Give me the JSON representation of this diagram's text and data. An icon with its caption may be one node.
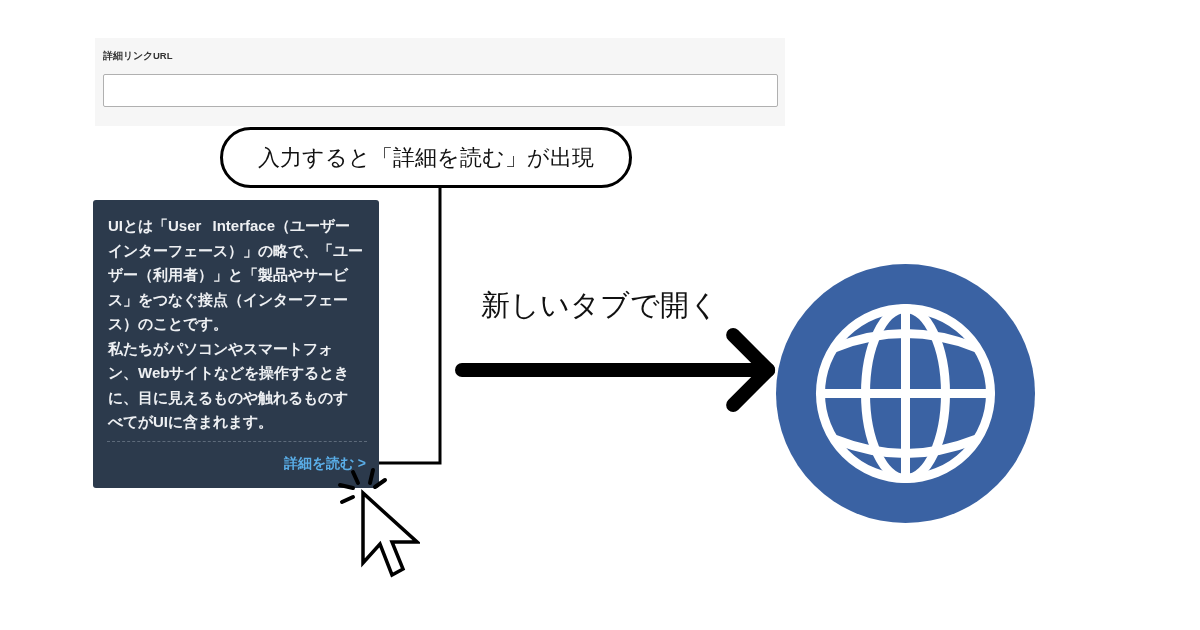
{
  "diagram": {
    "nodes": [
      {
        "text": [
          "入力すると「詳細を読む」が出現"
        ]
      },
      {
        "text": [
          "UIとは「User Interface（ユーザーインターフェース）」の略で、「ユーザー（利用者）」と「製品やサービス」をつなぐ接点（インターフェース）のことです。",
          "私たちがパソコンやスマートフォン、Webサイトなどを操作するときに、目に見えるものや触れるものすべてがUIに含まれます。"
        ]
      },
      {
        "text": [
          "詳細を読む >"
        ],
        "in": 1
      },
      {
        "text": [],
        "shape": "circle"
      }
    ],
    "edges": [
      {
        "from": 0,
        "to": 2,
        "arrow": "none"
      },
      {
        "from": null,
        "to": 3,
        "arrow": "to",
        "label": "新しいタブで開く",
        "style": "thick"
      }
    ],
    "labels": [
      "詳細リンクURL"
    ]
  }
}
